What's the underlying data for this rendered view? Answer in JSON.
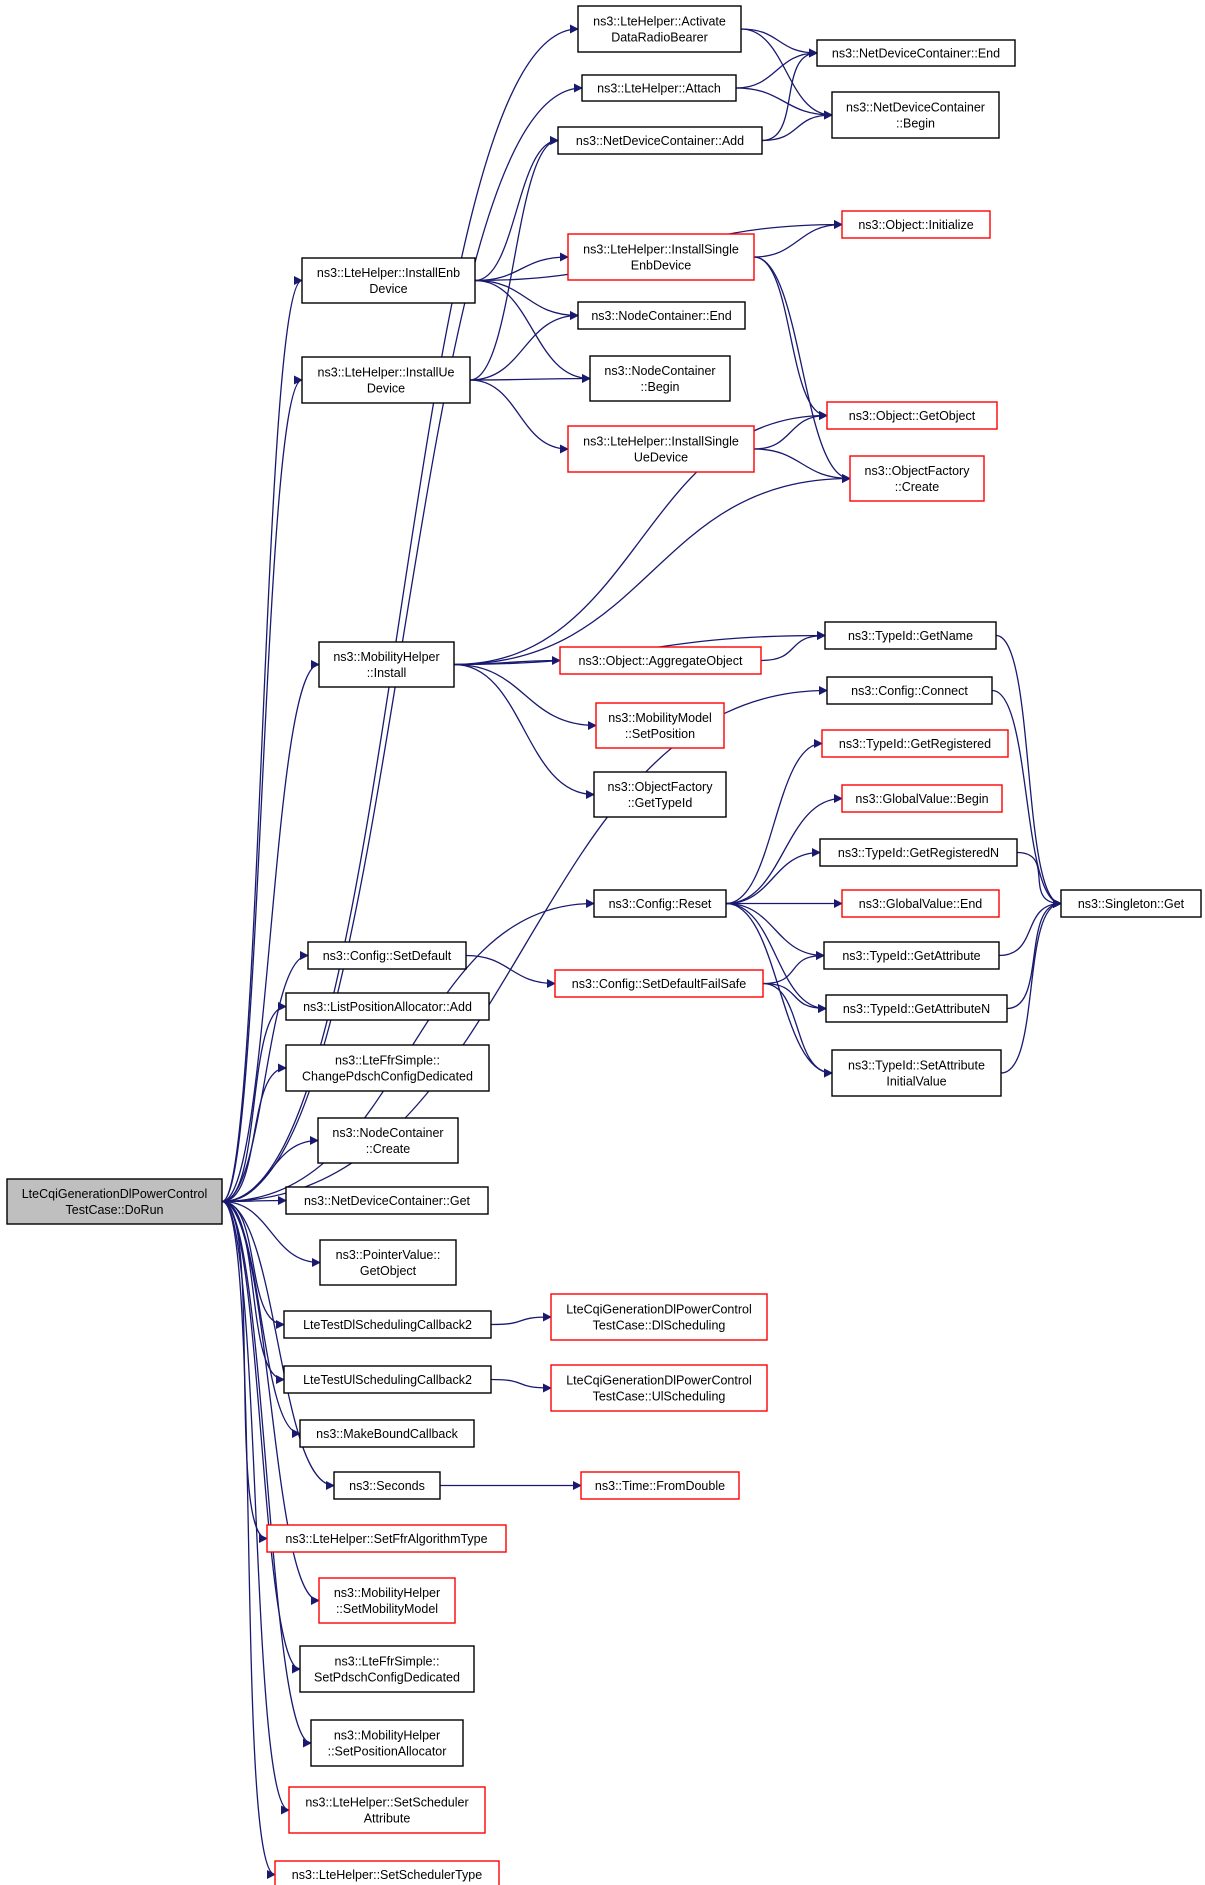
{
  "colors": {
    "edge": "#191970",
    "normal_border": "#000000",
    "red_border": "#ff0000",
    "root_fill": "#bfbfbf",
    "node_fill": "#ffffff"
  },
  "nodes": [
    {
      "id": "root",
      "lines": [
        "LteCqiGenerationDlPowerControl",
        "TestCase::DoRun"
      ],
      "style": "root"
    },
    {
      "id": "activate",
      "lines": [
        "ns3::LteHelper::Activate",
        "DataRadioBearer"
      ],
      "style": "normal"
    },
    {
      "id": "attach",
      "lines": [
        "ns3::LteHelper::Attach"
      ],
      "style": "normal"
    },
    {
      "id": "ndcadd",
      "lines": [
        "ns3::NetDeviceContainer::Add"
      ],
      "style": "normal"
    },
    {
      "id": "ndcend",
      "lines": [
        "ns3::NetDeviceContainer::End"
      ],
      "style": "normal"
    },
    {
      "id": "ndcbegin",
      "lines": [
        "ns3::NetDeviceContainer",
        "::Begin"
      ],
      "style": "normal"
    },
    {
      "id": "objinit",
      "lines": [
        "ns3::Object::Initialize"
      ],
      "style": "red"
    },
    {
      "id": "installenb",
      "lines": [
        "ns3::LteHelper::InstallEnb",
        "Device"
      ],
      "style": "normal"
    },
    {
      "id": "installsingleenb",
      "lines": [
        "ns3::LteHelper::InstallSingle",
        "EnbDevice"
      ],
      "style": "red"
    },
    {
      "id": "ncend",
      "lines": [
        "ns3::NodeContainer::End"
      ],
      "style": "normal"
    },
    {
      "id": "installue",
      "lines": [
        "ns3::LteHelper::InstallUe",
        "Device"
      ],
      "style": "normal"
    },
    {
      "id": "ncbegin",
      "lines": [
        "ns3::NodeContainer",
        "::Begin"
      ],
      "style": "normal"
    },
    {
      "id": "installsingleue",
      "lines": [
        "ns3::LteHelper::InstallSingle",
        "UeDevice"
      ],
      "style": "red"
    },
    {
      "id": "getobject",
      "lines": [
        "ns3::Object::GetObject"
      ],
      "style": "red"
    },
    {
      "id": "ofcreate",
      "lines": [
        "ns3::ObjectFactory",
        "::Create"
      ],
      "style": "red"
    },
    {
      "id": "mhinstall",
      "lines": [
        "ns3::MobilityHelper",
        "::Install"
      ],
      "style": "normal"
    },
    {
      "id": "aggregate",
      "lines": [
        "ns3::Object::AggregateObject"
      ],
      "style": "red"
    },
    {
      "id": "tidgetname",
      "lines": [
        "ns3::TypeId::GetName"
      ],
      "style": "normal"
    },
    {
      "id": "mmsetpos",
      "lines": [
        "ns3::MobilityModel",
        "::SetPosition"
      ],
      "style": "red"
    },
    {
      "id": "ofgettypeid",
      "lines": [
        "ns3::ObjectFactory",
        "::GetTypeId"
      ],
      "style": "normal"
    },
    {
      "id": "cfgconnect",
      "lines": [
        "ns3::Config::Connect"
      ],
      "style": "normal"
    },
    {
      "id": "tidgetreg",
      "lines": [
        "ns3::TypeId::GetRegistered"
      ],
      "style": "red"
    },
    {
      "id": "gvbegin",
      "lines": [
        "ns3::GlobalValue::Begin"
      ],
      "style": "red"
    },
    {
      "id": "tidgetregn",
      "lines": [
        "ns3::TypeId::GetRegisteredN"
      ],
      "style": "normal"
    },
    {
      "id": "cfgreset",
      "lines": [
        "ns3::Config::Reset"
      ],
      "style": "normal"
    },
    {
      "id": "gvend",
      "lines": [
        "ns3::GlobalValue::End"
      ],
      "style": "red"
    },
    {
      "id": "singletonget",
      "lines": [
        "ns3::Singleton::Get"
      ],
      "style": "normal"
    },
    {
      "id": "cfgsetdefault",
      "lines": [
        "ns3::Config::SetDefault"
      ],
      "style": "normal"
    },
    {
      "id": "tidgetattr",
      "lines": [
        "ns3::TypeId::GetAttribute"
      ],
      "style": "normal"
    },
    {
      "id": "cfgsetdefaultfs",
      "lines": [
        "ns3::Config::SetDefaultFailSafe"
      ],
      "style": "red"
    },
    {
      "id": "tidgetattrn",
      "lines": [
        "ns3::TypeId::GetAttributeN"
      ],
      "style": "normal"
    },
    {
      "id": "lpaadd",
      "lines": [
        "ns3::ListPositionAllocator::Add"
      ],
      "style": "normal"
    },
    {
      "id": "tidsetattr",
      "lines": [
        "ns3::TypeId::SetAttribute",
        "InitialValue"
      ],
      "style": "normal"
    },
    {
      "id": "changepdsch",
      "lines": [
        "ns3::LteFfrSimple::",
        "ChangePdschConfigDedicated"
      ],
      "style": "normal"
    },
    {
      "id": "nccreate",
      "lines": [
        "ns3::NodeContainer",
        "::Create"
      ],
      "style": "normal"
    },
    {
      "id": "ndcget",
      "lines": [
        "ns3::NetDeviceContainer::Get"
      ],
      "style": "normal"
    },
    {
      "id": "pvgetobject",
      "lines": [
        "ns3::PointerValue::",
        "GetObject"
      ],
      "style": "normal"
    },
    {
      "id": "dlsched2",
      "lines": [
        "LteTestDlSchedulingCallback2"
      ],
      "style": "normal"
    },
    {
      "id": "dlsched",
      "lines": [
        "LteCqiGenerationDlPowerControl",
        "TestCase::DlScheduling"
      ],
      "style": "red"
    },
    {
      "id": "ulsched2",
      "lines": [
        "LteTestUlSchedulingCallback2"
      ],
      "style": "normal"
    },
    {
      "id": "ulsched",
      "lines": [
        "LteCqiGenerationDlPowerControl",
        "TestCase::UlScheduling"
      ],
      "style": "red"
    },
    {
      "id": "makebound",
      "lines": [
        "ns3::MakeBoundCallback"
      ],
      "style": "normal"
    },
    {
      "id": "seconds",
      "lines": [
        "ns3::Seconds"
      ],
      "style": "normal"
    },
    {
      "id": "timefromdouble",
      "lines": [
        "ns3::Time::FromDouble"
      ],
      "style": "red"
    },
    {
      "id": "setffr",
      "lines": [
        "ns3::LteHelper::SetFfrAlgorithmType"
      ],
      "style": "red"
    },
    {
      "id": "setmobility",
      "lines": [
        "ns3::MobilityHelper",
        "::SetMobilityModel"
      ],
      "style": "red"
    },
    {
      "id": "setpdsch",
      "lines": [
        "ns3::LteFfrSimple::",
        "SetPdschConfigDedicated"
      ],
      "style": "normal"
    },
    {
      "id": "setposalloc",
      "lines": [
        "ns3::MobilityHelper",
        "::SetPositionAllocator"
      ],
      "style": "normal"
    },
    {
      "id": "setschedattr",
      "lines": [
        "ns3::LteHelper::SetScheduler",
        "Attribute"
      ],
      "style": "red"
    },
    {
      "id": "setschedtype",
      "lines": [
        "ns3::LteHelper::SetSchedulerType"
      ],
      "style": "red"
    }
  ],
  "edges": [
    [
      "root",
      "activate"
    ],
    [
      "root",
      "attach"
    ],
    [
      "root",
      "installenb"
    ],
    [
      "root",
      "installue"
    ],
    [
      "root",
      "mhinstall"
    ],
    [
      "root",
      "cfgconnect"
    ],
    [
      "root",
      "cfgreset"
    ],
    [
      "root",
      "cfgsetdefault"
    ],
    [
      "root",
      "lpaadd"
    ],
    [
      "root",
      "changepdsch"
    ],
    [
      "root",
      "nccreate"
    ],
    [
      "root",
      "ndcget"
    ],
    [
      "root",
      "pvgetobject"
    ],
    [
      "root",
      "dlsched2"
    ],
    [
      "root",
      "ulsched2"
    ],
    [
      "root",
      "makebound"
    ],
    [
      "root",
      "seconds"
    ],
    [
      "root",
      "setffr"
    ],
    [
      "root",
      "setmobility"
    ],
    [
      "root",
      "setpdsch"
    ],
    [
      "root",
      "setposalloc"
    ],
    [
      "root",
      "setschedattr"
    ],
    [
      "root",
      "setschedtype"
    ],
    [
      "activate",
      "ndcend"
    ],
    [
      "activate",
      "ndcbegin"
    ],
    [
      "attach",
      "ndcend"
    ],
    [
      "attach",
      "ndcbegin"
    ],
    [
      "ndcadd",
      "ndcend"
    ],
    [
      "ndcadd",
      "ndcbegin"
    ],
    [
      "installenb",
      "ndcadd"
    ],
    [
      "installenb",
      "objinit"
    ],
    [
      "installenb",
      "installsingleenb"
    ],
    [
      "installenb",
      "ncend"
    ],
    [
      "installenb",
      "ncbegin"
    ],
    [
      "installsingleenb",
      "objinit"
    ],
    [
      "installsingleenb",
      "getobject"
    ],
    [
      "installsingleenb",
      "ofcreate"
    ],
    [
      "installue",
      "ndcadd"
    ],
    [
      "installue",
      "ncend"
    ],
    [
      "installue",
      "ncbegin"
    ],
    [
      "installue",
      "installsingleue"
    ],
    [
      "installsingleue",
      "getobject"
    ],
    [
      "installsingleue",
      "ofcreate"
    ],
    [
      "mhinstall",
      "getobject"
    ],
    [
      "mhinstall",
      "ofcreate"
    ],
    [
      "mhinstall",
      "tidgetname"
    ],
    [
      "mhinstall",
      "aggregate"
    ],
    [
      "mhinstall",
      "mmsetpos"
    ],
    [
      "mhinstall",
      "ofgettypeid"
    ],
    [
      "aggregate",
      "tidgetname"
    ],
    [
      "tidgetname",
      "singletonget"
    ],
    [
      "cfgconnect",
      "singletonget"
    ],
    [
      "cfgreset",
      "tidgetreg"
    ],
    [
      "cfgreset",
      "gvbegin"
    ],
    [
      "cfgreset",
      "tidgetregn"
    ],
    [
      "cfgreset",
      "gvend"
    ],
    [
      "cfgreset",
      "tidgetattr"
    ],
    [
      "cfgreset",
      "tidgetattrn"
    ],
    [
      "cfgreset",
      "tidsetattr"
    ],
    [
      "tidgetregn",
      "singletonget"
    ],
    [
      "tidgetattr",
      "singletonget"
    ],
    [
      "tidgetattrn",
      "singletonget"
    ],
    [
      "tidsetattr",
      "singletonget"
    ],
    [
      "cfgsetdefault",
      "cfgsetdefaultfs"
    ],
    [
      "cfgsetdefaultfs",
      "tidgetattr"
    ],
    [
      "cfgsetdefaultfs",
      "tidgetattrn"
    ],
    [
      "cfgsetdefaultfs",
      "tidsetattr"
    ],
    [
      "dlsched2",
      "dlsched"
    ],
    [
      "ulsched2",
      "ulsched"
    ],
    [
      "seconds",
      "timefromdouble"
    ]
  ]
}
